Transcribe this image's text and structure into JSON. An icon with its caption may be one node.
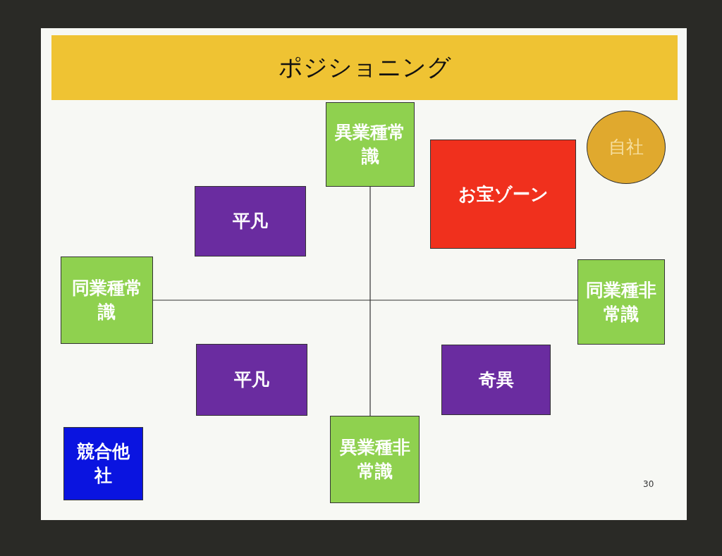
{
  "diagram": {
    "title": "ポジショニング",
    "nodes": [
      {
        "text": [
          "異業種常識"
        ]
      },
      {
        "text": [
          "自社"
        ]
      },
      {
        "text": [
          "お宝ゾーン"
        ]
      },
      {
        "text": [
          "平凡"
        ]
      },
      {
        "text": [
          "同業種常識"
        ]
      },
      {
        "text": [
          "同業種非常識"
        ]
      },
      {
        "text": [
          "平凡"
        ]
      },
      {
        "text": [
          "奇異"
        ]
      },
      {
        "text": [
          "競合他社"
        ]
      },
      {
        "text": [
          "異業種非常識"
        ]
      }
    ],
    "edges": [
      {
        "from": 0,
        "to": 9,
        "arrow": "none"
      },
      {
        "from": 4,
        "to": 5,
        "arrow": "none"
      }
    ],
    "labels": [
      "30"
    ]
  }
}
